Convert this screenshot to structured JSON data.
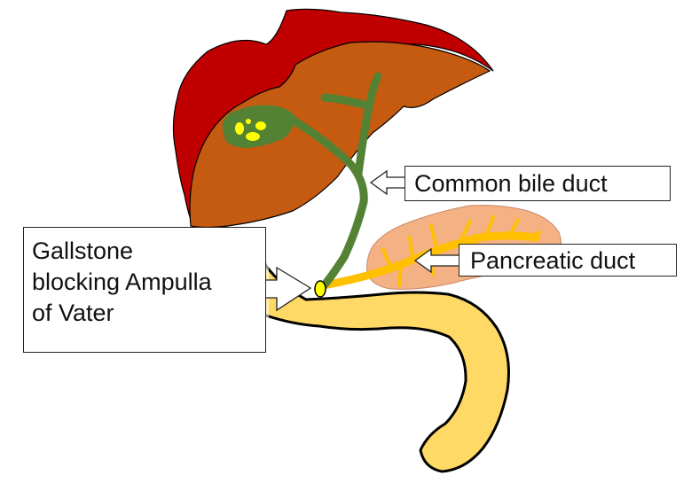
{
  "labels": {
    "common_bile_duct": "Common bile duct",
    "pancreatic_duct": "Pancreatic duct",
    "gallstone": "Gallstone\nblocking Ampulla\nof Vater"
  },
  "colors": {
    "liver_back": "#c00000",
    "liver_front": "#c55a11",
    "bile_duct": "#548235",
    "gallstone": "#ffff00",
    "pancreas": "#f4b183",
    "pancreatic_duct": "#ffc000",
    "duodenum": "#ffd966",
    "outline": "#000000"
  },
  "icons": {
    "arrow_common_bile_duct": "left-arrow",
    "arrow_pancreatic_duct": "left-arrow",
    "arrow_gallstone": "right-arrow"
  }
}
